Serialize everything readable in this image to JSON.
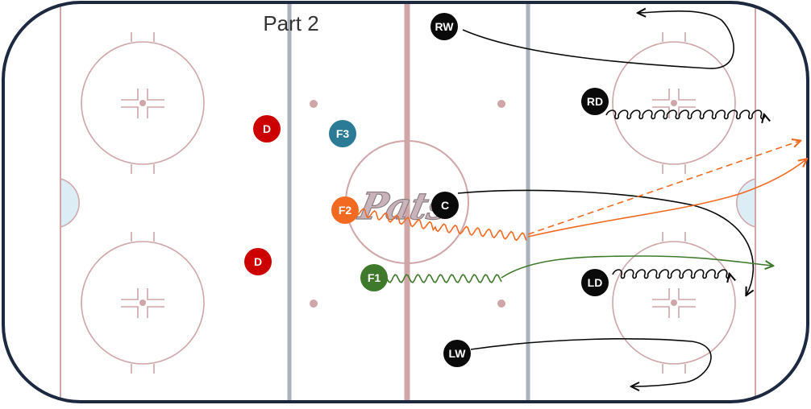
{
  "title": "Part 2",
  "logo_text": "Pats",
  "colors": {
    "red_team": "#cc0000",
    "f1": "#3f7a2c",
    "f2": "#f26a21",
    "f3": "#2b7a96",
    "black": "#0a0a0a",
    "boards": "#1d2940",
    "ice_lines": "#cfa5a8",
    "blue_line": "#aab2bd",
    "crease": "#dcedf6"
  },
  "players": [
    {
      "id": "RW",
      "label": "RW",
      "color": "black"
    },
    {
      "id": "RD",
      "label": "RD",
      "color": "black"
    },
    {
      "id": "C",
      "label": "C",
      "color": "black"
    },
    {
      "id": "LD",
      "label": "LD",
      "color": "black"
    },
    {
      "id": "LW",
      "label": "LW",
      "color": "black"
    },
    {
      "id": "F1",
      "label": "F1",
      "color": "f1"
    },
    {
      "id": "F2",
      "label": "F2",
      "color": "f2"
    },
    {
      "id": "F3",
      "label": "F3",
      "color": "f3"
    },
    {
      "id": "D-top",
      "label": "D",
      "color": "red_team"
    },
    {
      "id": "D-bottom",
      "label": "D",
      "color": "red_team"
    }
  ]
}
